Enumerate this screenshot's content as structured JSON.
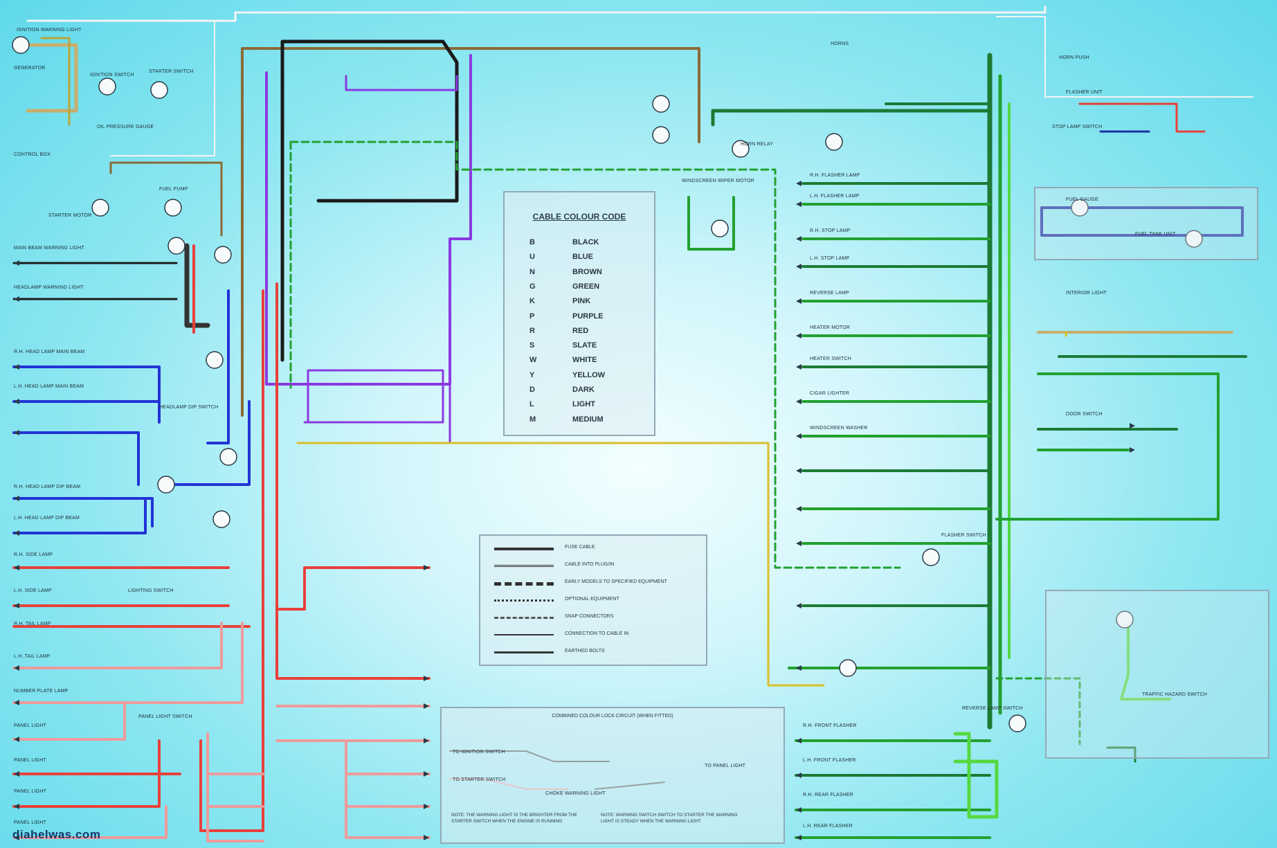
{
  "colours": {
    "black": "#1a1a1a",
    "blue": "#2233d6",
    "brown": "#8a6a35",
    "green": "#22a030",
    "light_green": "#55d840",
    "dark_green": "#1c7a35",
    "pink": "#ef9a9a",
    "purple": "#8a3ae0",
    "red": "#e8403a",
    "slate": "#8f9aa6",
    "white": "#f4f4f4",
    "yellow": "#d9bf2a",
    "tan": "#c9ad6b",
    "background": "#8fe7f1"
  },
  "cable_colour_code": {
    "title": "CABLE COLOUR CODE",
    "rows": [
      {
        "code": "B",
        "name": "BLACK"
      },
      {
        "code": "U",
        "name": "BLUE"
      },
      {
        "code": "N",
        "name": "BROWN"
      },
      {
        "code": "G",
        "name": "GREEN"
      },
      {
        "code": "K",
        "name": "PINK"
      },
      {
        "code": "P",
        "name": "PURPLE"
      },
      {
        "code": "R",
        "name": "RED"
      },
      {
        "code": "S",
        "name": "SLATE"
      },
      {
        "code": "W",
        "name": "WHITE"
      },
      {
        "code": "Y",
        "name": "YELLOW"
      },
      {
        "code": "D",
        "name": "DARK"
      },
      {
        "code": "L",
        "name": "LIGHT"
      },
      {
        "code": "M",
        "name": "MEDIUM"
      }
    ]
  },
  "wire_key": {
    "rows": [
      {
        "style": "solid-thick",
        "text": "FUSE CABLE"
      },
      {
        "style": "double",
        "text": "CABLE INTO PLUG/IN"
      },
      {
        "style": "dashed-thick",
        "text": "EARLY MODELS TO SPECIFIED EQUIPMENT"
      },
      {
        "style": "dotted",
        "text": "OPTIONAL EQUIPMENT"
      },
      {
        "style": "dash-dot",
        "text": "SNAP CONNECTORS"
      },
      {
        "style": "arrow",
        "text": "CONNECTION TO CABLE IN"
      },
      {
        "style": "arrow-bold",
        "text": "EARTHED BOLTS"
      }
    ]
  },
  "lamp_circuit": {
    "title": "COMBINED COLOUR LOCK CIRCUIT (WHEN FITTED)",
    "labels": [
      "TO IGNITION SWITCH",
      "TO STARTER SWITCH",
      "CHOKE WARNING LIGHT",
      "TO PANEL LIGHT"
    ],
    "note_left": "NOTE: THE WARNING LIGHT IS THE BRIGHTER FROM THE STARTER SWITCH WHEN THE ENGINE IS RUNNING",
    "note_right": "NOTE: WARNING SWITCH SWITCH TO STARTER THE WARNING LIGHT IS STEADY WHEN THE WARNING LIGHT"
  },
  "left_labels": [
    "IGNITION WARNING LIGHT",
    "GENERATOR",
    "CONTROL BOX",
    "IGNITION SWITCH",
    "STARTER SWITCH",
    "STARTER MOTOR",
    "FUEL PUMP",
    "OIL PRESSURE GAUGE",
    "MAIN BEAM WARNING LIGHT",
    "HEADLAMP WARNING LIGHT",
    "R.H. HEAD LAMP MAIN BEAM",
    "L.H. HEAD LAMP MAIN BEAM",
    "R.H. HEAD LAMP DIP BEAM",
    "L.H. HEAD LAMP DIP BEAM",
    "R.H. SIDE LAMP",
    "L.H. SIDE LAMP",
    "R.H. TAIL LAMP",
    "L.H. TAIL LAMP",
    "NUMBER PLATE LAMP",
    "PANEL LIGHT",
    "PANEL LIGHT",
    "PANEL LIGHT",
    "PANEL LIGHT",
    "PANEL LIGHT SWITCH",
    "HEADLAMP DIP SWITCH",
    "LIGHTING SWITCH"
  ],
  "right_labels": [
    "WINDSCREEN WIPER MOTOR",
    "HORN RELAY",
    "HORNS",
    "HORN PUSH",
    "R.H. FLASHER LAMP",
    "L.H. FLASHER LAMP",
    "FLASHER UNIT",
    "STOP LAMP SWITCH",
    "R.H. STOP LAMP",
    "L.H. STOP LAMP",
    "REVERSE LAMP",
    "FUEL GAUGE",
    "FUEL TANK UNIT",
    "HEATER MOTOR",
    "HEATER SWITCH",
    "INTERIOR LIGHT",
    "DOOR SWITCH",
    "CIGAR LIGHTER",
    "WINDSCREEN WASHER",
    "R.H. FRONT FLASHER",
    "L.H. FRONT FLASHER",
    "R.H. REAR FLASHER",
    "L.H. REAR FLASHER",
    "FLASHER SWITCH",
    "TRAFFIC HAZARD SWITCH",
    "REVERSE LAMP SWITCH"
  ],
  "watermark": "diahelwas.com"
}
